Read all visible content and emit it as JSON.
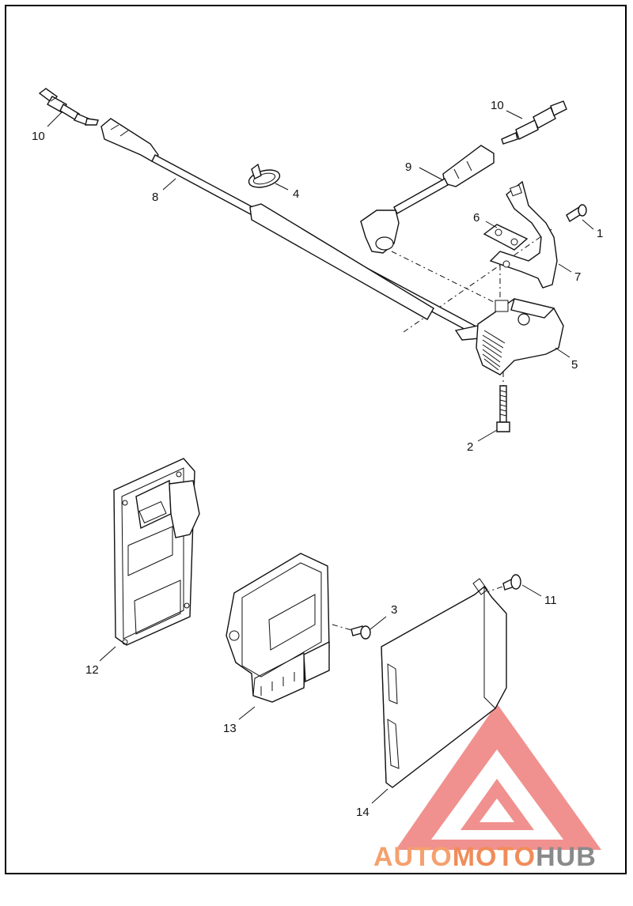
{
  "callouts": {
    "c1": "1",
    "c2": "2",
    "c3": "3",
    "c4": "4",
    "c5": "5",
    "c6": "6",
    "c7": "7",
    "c8": "8",
    "c9": "9",
    "c10a": "10",
    "c10b": "10",
    "c11": "11",
    "c12": "12",
    "c13": "13",
    "c14": "14"
  },
  "watermark": {
    "part1": "AUTO",
    "part2": "MOTO",
    "part3": "HUB",
    "color_primary": "#f08c5a",
    "color_secondary": "#8a8a8a",
    "triangle_color": "#e53935"
  }
}
